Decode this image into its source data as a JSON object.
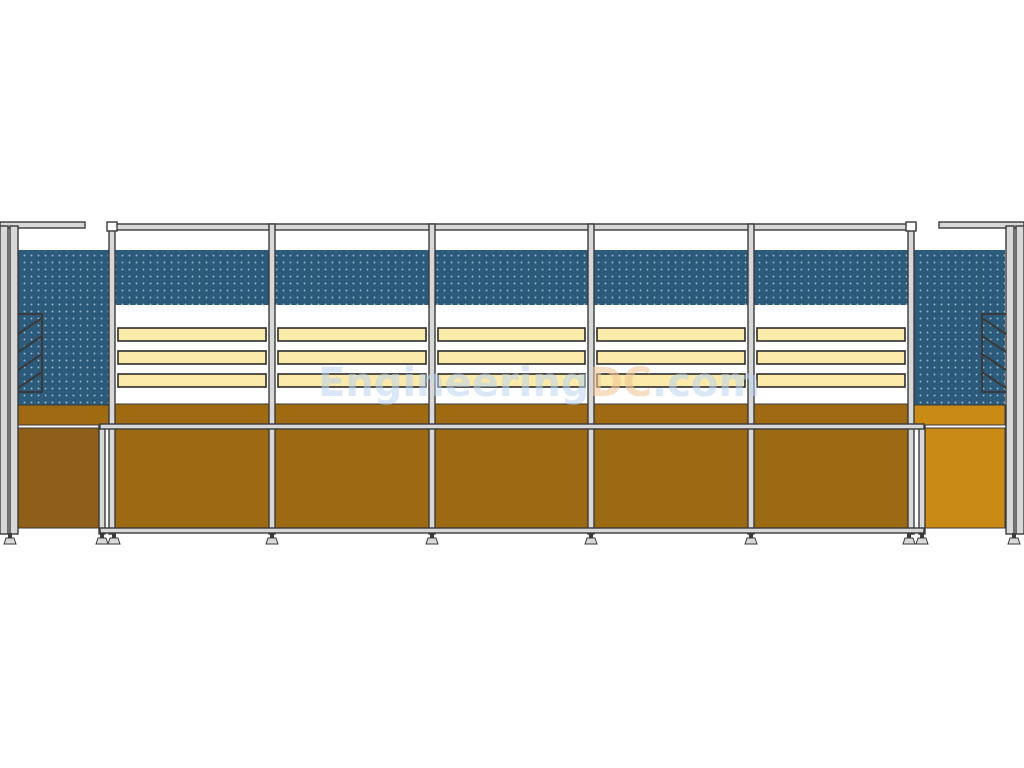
{
  "drawing": {
    "subject": "workbench-frame-elevation",
    "bays": 5,
    "side_units": 2,
    "shelves_per_bay": 3
  },
  "colors": {
    "frame": "#3a3a3a",
    "frame_light": "#d8d8d8",
    "pegboard": "#2b5a7a",
    "pegboard_hole": "#8fb4cc",
    "shelf": "#fbeaa9",
    "shelf_edge": "#2a2a2a",
    "worktop": "#a06a12",
    "cabinet_center": "#9c6a12",
    "cabinet_left": "#8f5e18",
    "cabinet_right": "#c98b16",
    "watermark": "#b9d3ee",
    "watermark_accent": "#f2c79a"
  },
  "watermark": {
    "prefix": "Engineering",
    "accent": "DC",
    "suffix": ".com"
  }
}
